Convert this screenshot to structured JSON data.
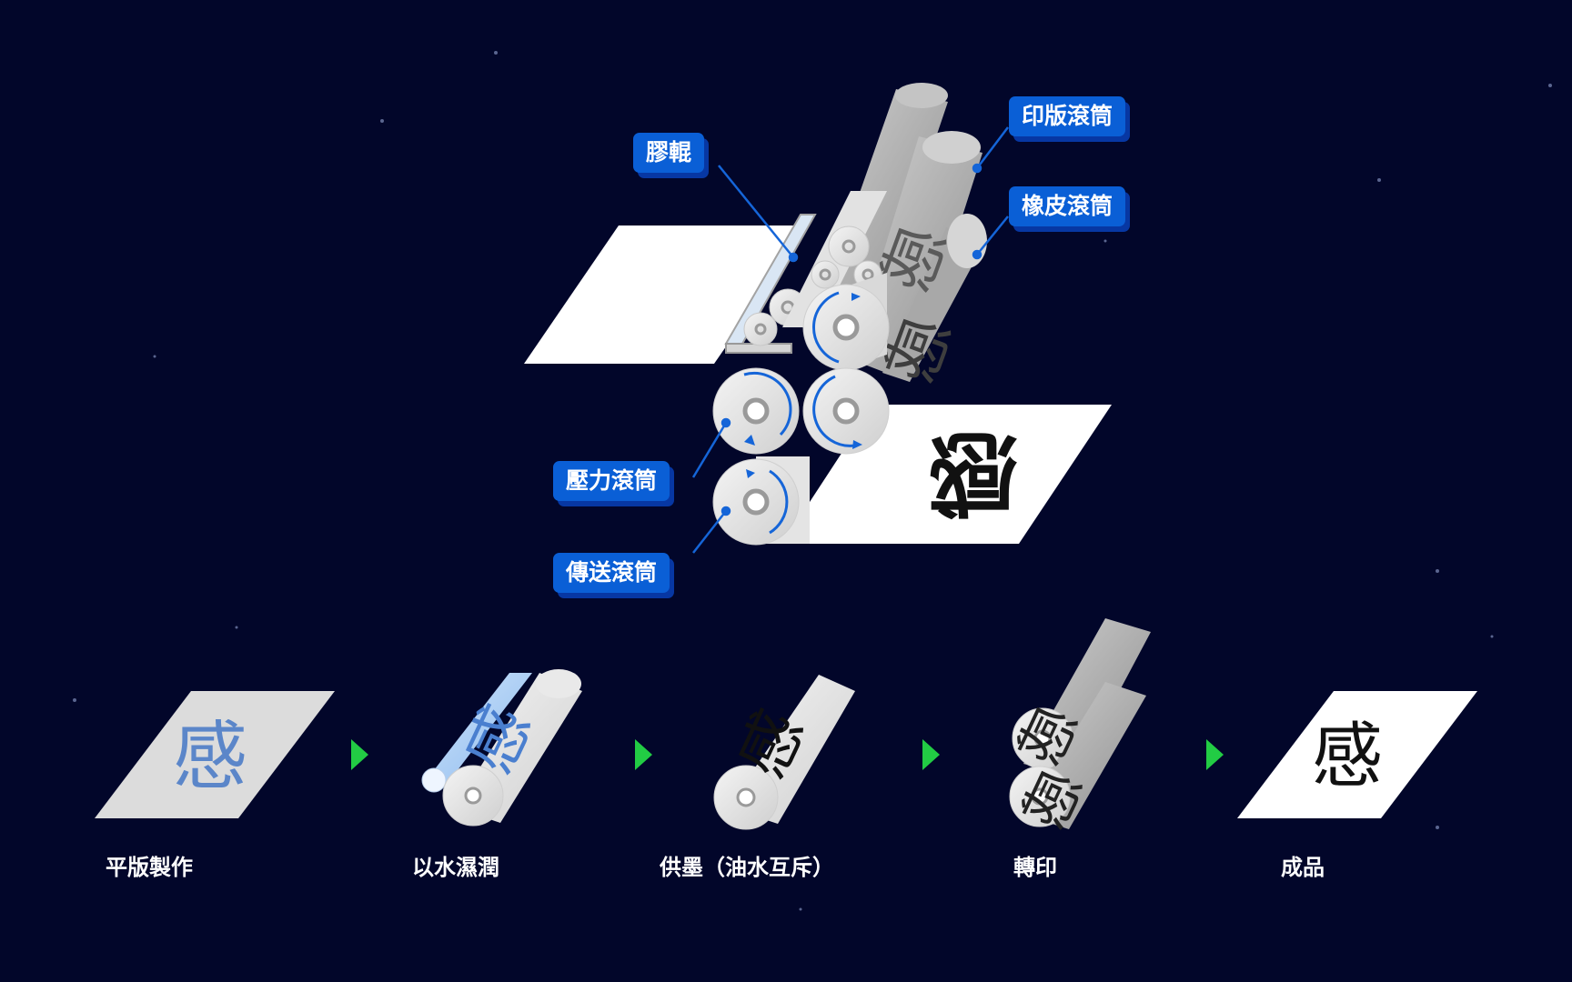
{
  "colors": {
    "background": "#02062a",
    "label_bg": "#0a5fd6",
    "label_shadow": "#0737a3",
    "arrow": "#22cc44",
    "rotation_arrow": "#1565d8"
  },
  "diagram": {
    "labels": {
      "rubber_roller": "膠輥",
      "plate_cylinder": "印版滾筒",
      "blanket_cylinder": "橡皮滾筒",
      "impression_cylinder": "壓力滾筒",
      "transfer_cylinder": "傳送滾筒"
    },
    "plate_glyph": "感",
    "print_glyph": "感"
  },
  "steps": [
    {
      "caption": "平版製作",
      "icon": "plate-icon"
    },
    {
      "caption": "以水濕潤",
      "icon": "water-roller-icon"
    },
    {
      "caption": "供墨（油水互斥）",
      "icon": "ink-roller-icon"
    },
    {
      "caption": "轉印",
      "icon": "transfer-rollers-icon"
    },
    {
      "caption": "成品",
      "icon": "printed-sheet-icon"
    }
  ]
}
